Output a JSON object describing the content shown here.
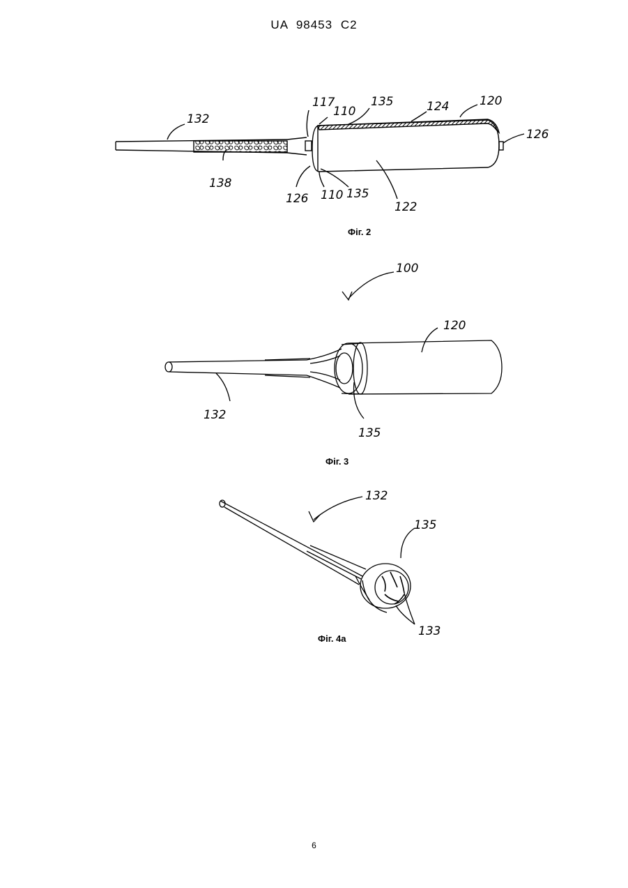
{
  "header": {
    "doc_id": "UA   98453   C2"
  },
  "fig2": {
    "caption": "Фіг. 2",
    "labels": [
      "132",
      "117",
      "110",
      "135",
      "124",
      "120",
      "126",
      "138",
      "126",
      "110",
      "135",
      "122"
    ]
  },
  "fig3": {
    "caption": "Фіг. 3",
    "labels": [
      "100",
      "120",
      "132",
      "135"
    ]
  },
  "fig4a": {
    "caption": "Фіг. 4а",
    "labels": [
      "132",
      "135",
      "133"
    ]
  },
  "page_number": "6"
}
